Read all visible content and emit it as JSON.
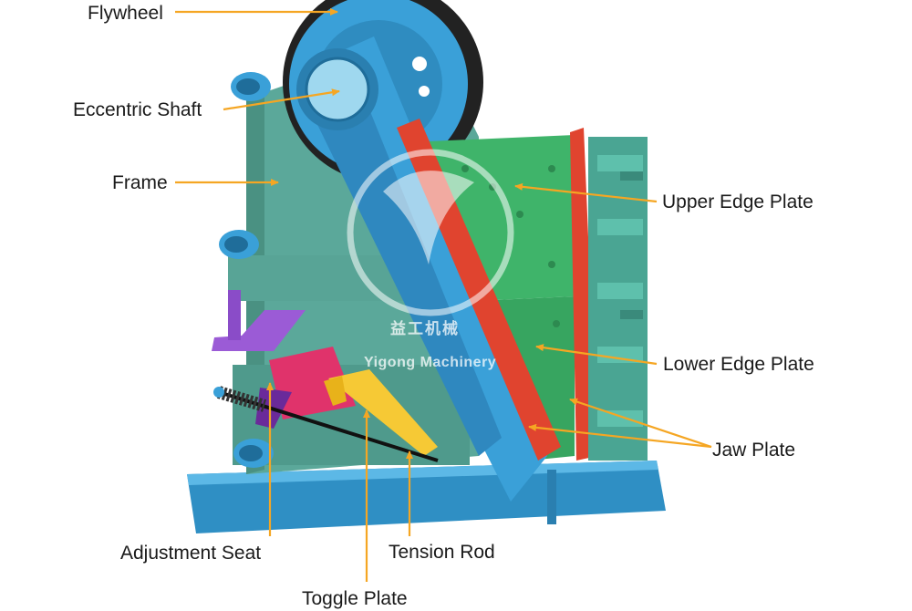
{
  "labels": {
    "flywheel": "Flywheel",
    "eccentric_shaft": "Eccentric Shaft",
    "frame": "Frame",
    "upper_edge_plate": "Upper Edge Plate",
    "lower_edge_plate": "Lower Edge Plate",
    "jaw_plate": "Jaw Plate",
    "adjustment_seat": "Adjustment Seat",
    "tension_rod": "Tension Rod",
    "toggle_plate": "Toggle Plate"
  },
  "watermark": {
    "chinese": "益工机械",
    "english": "Yigong Machinery"
  },
  "colors": {
    "arrow": "#f5a623",
    "frame": "#5ba89a",
    "blue_parts": "#3aa0d8",
    "green_plate": "#3fb46a",
    "red_plate": "#e0442f",
    "magenta_seat": "#e0336b",
    "yellow_toggle": "#f6c935",
    "purple_part": "#9b5bd6"
  },
  "icons": {
    "logo": "yigong-logo-mark"
  }
}
